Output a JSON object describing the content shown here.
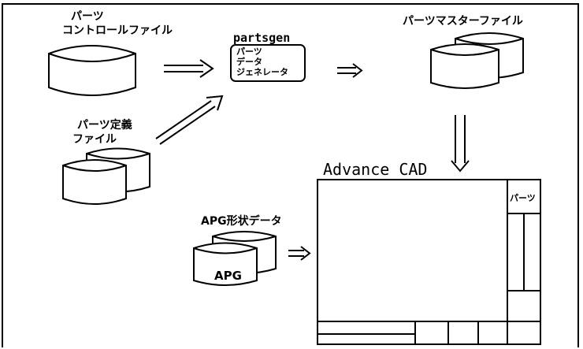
{
  "labels": {
    "parts_control_line1": "パーツ",
    "parts_control_line2": "コントロールファイル",
    "parts_definition_line1": "パーツ定義",
    "parts_definition_line2": "ファイル",
    "partsgen_title": "partsgen",
    "partsgen_line1": "パーツ",
    "partsgen_line2": "データ",
    "partsgen_line3": "ジェネレータ",
    "parts_master": "パーツマスターファイル",
    "advance_cad": "Advance CAD",
    "cad_parts_panel": "パーツ",
    "apg_shape_data": "APG形状データ",
    "apg_disk": "APG"
  },
  "icons": {
    "double_arrow": "double-right-arrow-icon",
    "disk": "disk-cylinder-icon"
  }
}
